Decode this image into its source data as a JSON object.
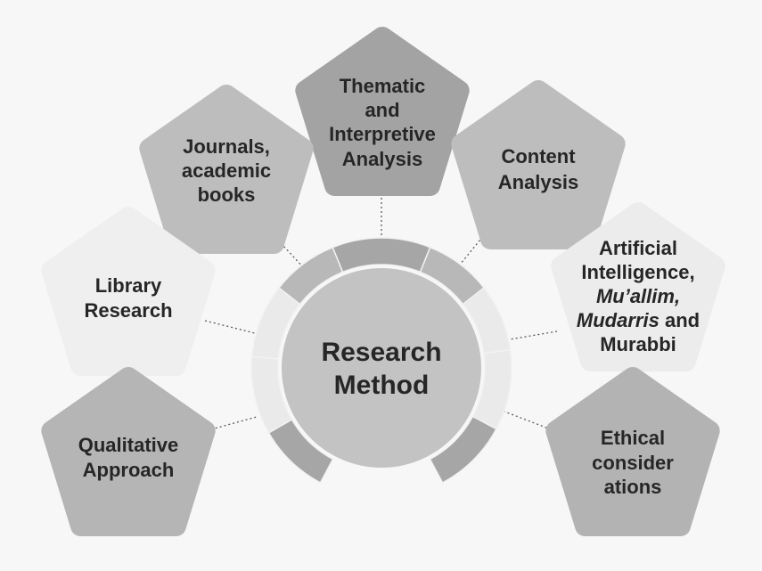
{
  "center": {
    "line1": "Research",
    "line2": "Method"
  },
  "nodes": [
    {
      "id": "thematic",
      "lines": [
        {
          "t": "Thematic"
        },
        {
          "t": "and"
        },
        {
          "t": "Interpretive"
        },
        {
          "t": "Analysis"
        }
      ],
      "fill": "#a3a3a3"
    },
    {
      "id": "journals",
      "lines": [
        {
          "t": "Journals,"
        },
        {
          "t": "academic"
        },
        {
          "t": "books"
        }
      ],
      "fill": "#bdbdbd"
    },
    {
      "id": "content",
      "lines": [
        {
          "t": "Content"
        },
        {
          "t": "Analysis"
        }
      ],
      "fill": "#bdbdbd"
    },
    {
      "id": "library",
      "lines": [
        {
          "t": "Library"
        },
        {
          "t": "Research"
        }
      ],
      "fill": "#efefef"
    },
    {
      "id": "ai",
      "lines": [
        {
          "t": "Artificial"
        },
        {
          "t": "Intelligence,"
        },
        {
          "t": "Mu’allim,",
          "i": true
        },
        {
          "t": "Mudarris",
          "i": true,
          "suffix": " and"
        },
        {
          "t": "Murabbi"
        }
      ],
      "fill": "#ececec"
    },
    {
      "id": "qualitative",
      "lines": [
        {
          "t": "Qualitative"
        },
        {
          "t": "Approach"
        }
      ],
      "fill": "#b5b5b5"
    },
    {
      "id": "ethical",
      "lines": [
        {
          "t": "Ethical"
        },
        {
          "t": "consider"
        },
        {
          "t": "ations"
        }
      ],
      "fill": "#b3b3b3"
    }
  ],
  "colors": {
    "background": "#f7f7f7",
    "center_fill": "#c3c3c3",
    "ring_dark": "#a6a6a6",
    "ring_mid": "#b8b8b8",
    "ring_light": "#eaeaea",
    "connector": "#5a5a5a",
    "text": "#262626"
  }
}
